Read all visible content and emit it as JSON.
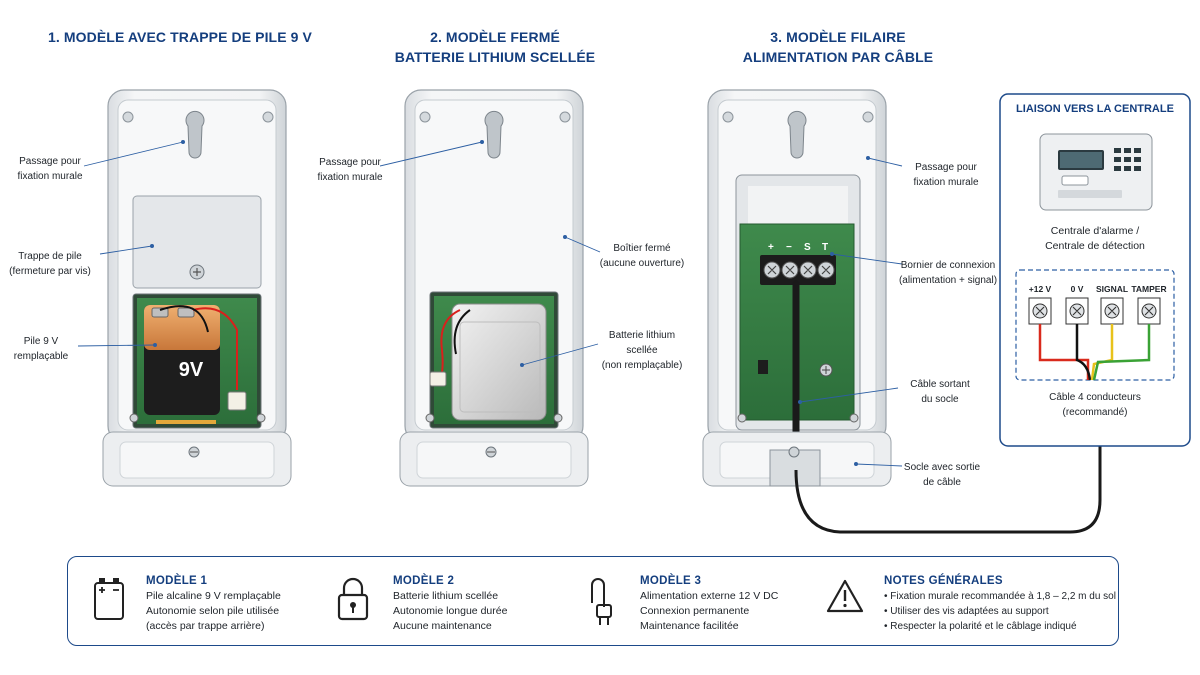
{
  "titles": {
    "m1": {
      "line1": "1. MODÈLE AVEC TRAPPE DE PILE 9 V"
    },
    "m2": {
      "line1": "2. MODÈLE FERMÉ",
      "line2": "BATTERIE LITHIUM SCELLÉE"
    },
    "m3": {
      "line1": "3. MODÈLE FILAIRE",
      "line2": "ALIMENTATION PAR CÂBLE"
    }
  },
  "model1": {
    "mount_label": [
      "Passage pour",
      "fixation murale"
    ],
    "trap_label": [
      "Trappe de pile",
      "(fermeture par vis)"
    ],
    "battery_label": [
      "Pile 9 V",
      "remplaçable"
    ],
    "battery_text": "9V",
    "battery_terminals": "+ −"
  },
  "model2": {
    "mount_label": [
      "Passage pour",
      "fixation murale"
    ],
    "case_label": [
      "Boîtier fermé",
      "(aucune ouverture)"
    ],
    "battery_label": [
      "Batterie lithium",
      "scellée",
      "(non remplaçable)"
    ]
  },
  "model3": {
    "mount_label": [
      "Passage pour",
      "fixation murale"
    ],
    "terminal_label": [
      "Bornier de connexion",
      "(alimentation + signal)"
    ],
    "terminals": [
      "+",
      "−",
      "S",
      "T"
    ],
    "cable_label": [
      "Câble sortant",
      "du socle"
    ],
    "base_label": [
      "Socle avec sortie",
      "de câble"
    ]
  },
  "centrale": {
    "title": "LIAISON VERS LA CENTRALE",
    "device_label": [
      "Centrale d'alarme /",
      "Centrale de détection"
    ],
    "terminals": [
      "+12 V",
      "0 V",
      "SIGNAL",
      "TAMPER"
    ],
    "cable_label": [
      "Câble 4 conducteurs",
      "(recommandé)"
    ]
  },
  "wire_colors": {
    "plus": "#d92a1c",
    "zero": "#111111",
    "signal": "#e8c21b",
    "tamper": "#3aa235"
  },
  "summary": [
    {
      "icon": "battery-icon",
      "title": "MODÈLE 1",
      "lines": [
        "Pile alcaline 9 V remplaçable",
        "Autonomie selon pile utilisée",
        "(accès par trappe arrière)"
      ]
    },
    {
      "icon": "padlock-icon",
      "title": "MODÈLE 2",
      "lines": [
        "Batterie lithium scellée",
        "Autonomie longue durée",
        "Aucune maintenance"
      ]
    },
    {
      "icon": "power-plug-icon",
      "title": "MODÈLE 3",
      "lines": [
        "Alimentation externe 12 V DC",
        "Connexion permanente",
        "Maintenance facilitée"
      ]
    },
    {
      "icon": "warning-icon",
      "title": "NOTES GÉNÉRALES",
      "lines": [
        "• Fixation murale recommandée à 1,8 – 2,2 m du sol",
        "• Utiliser des vis adaptées au support",
        "• Respecter la polarité et le câblage indiqué"
      ]
    }
  ]
}
